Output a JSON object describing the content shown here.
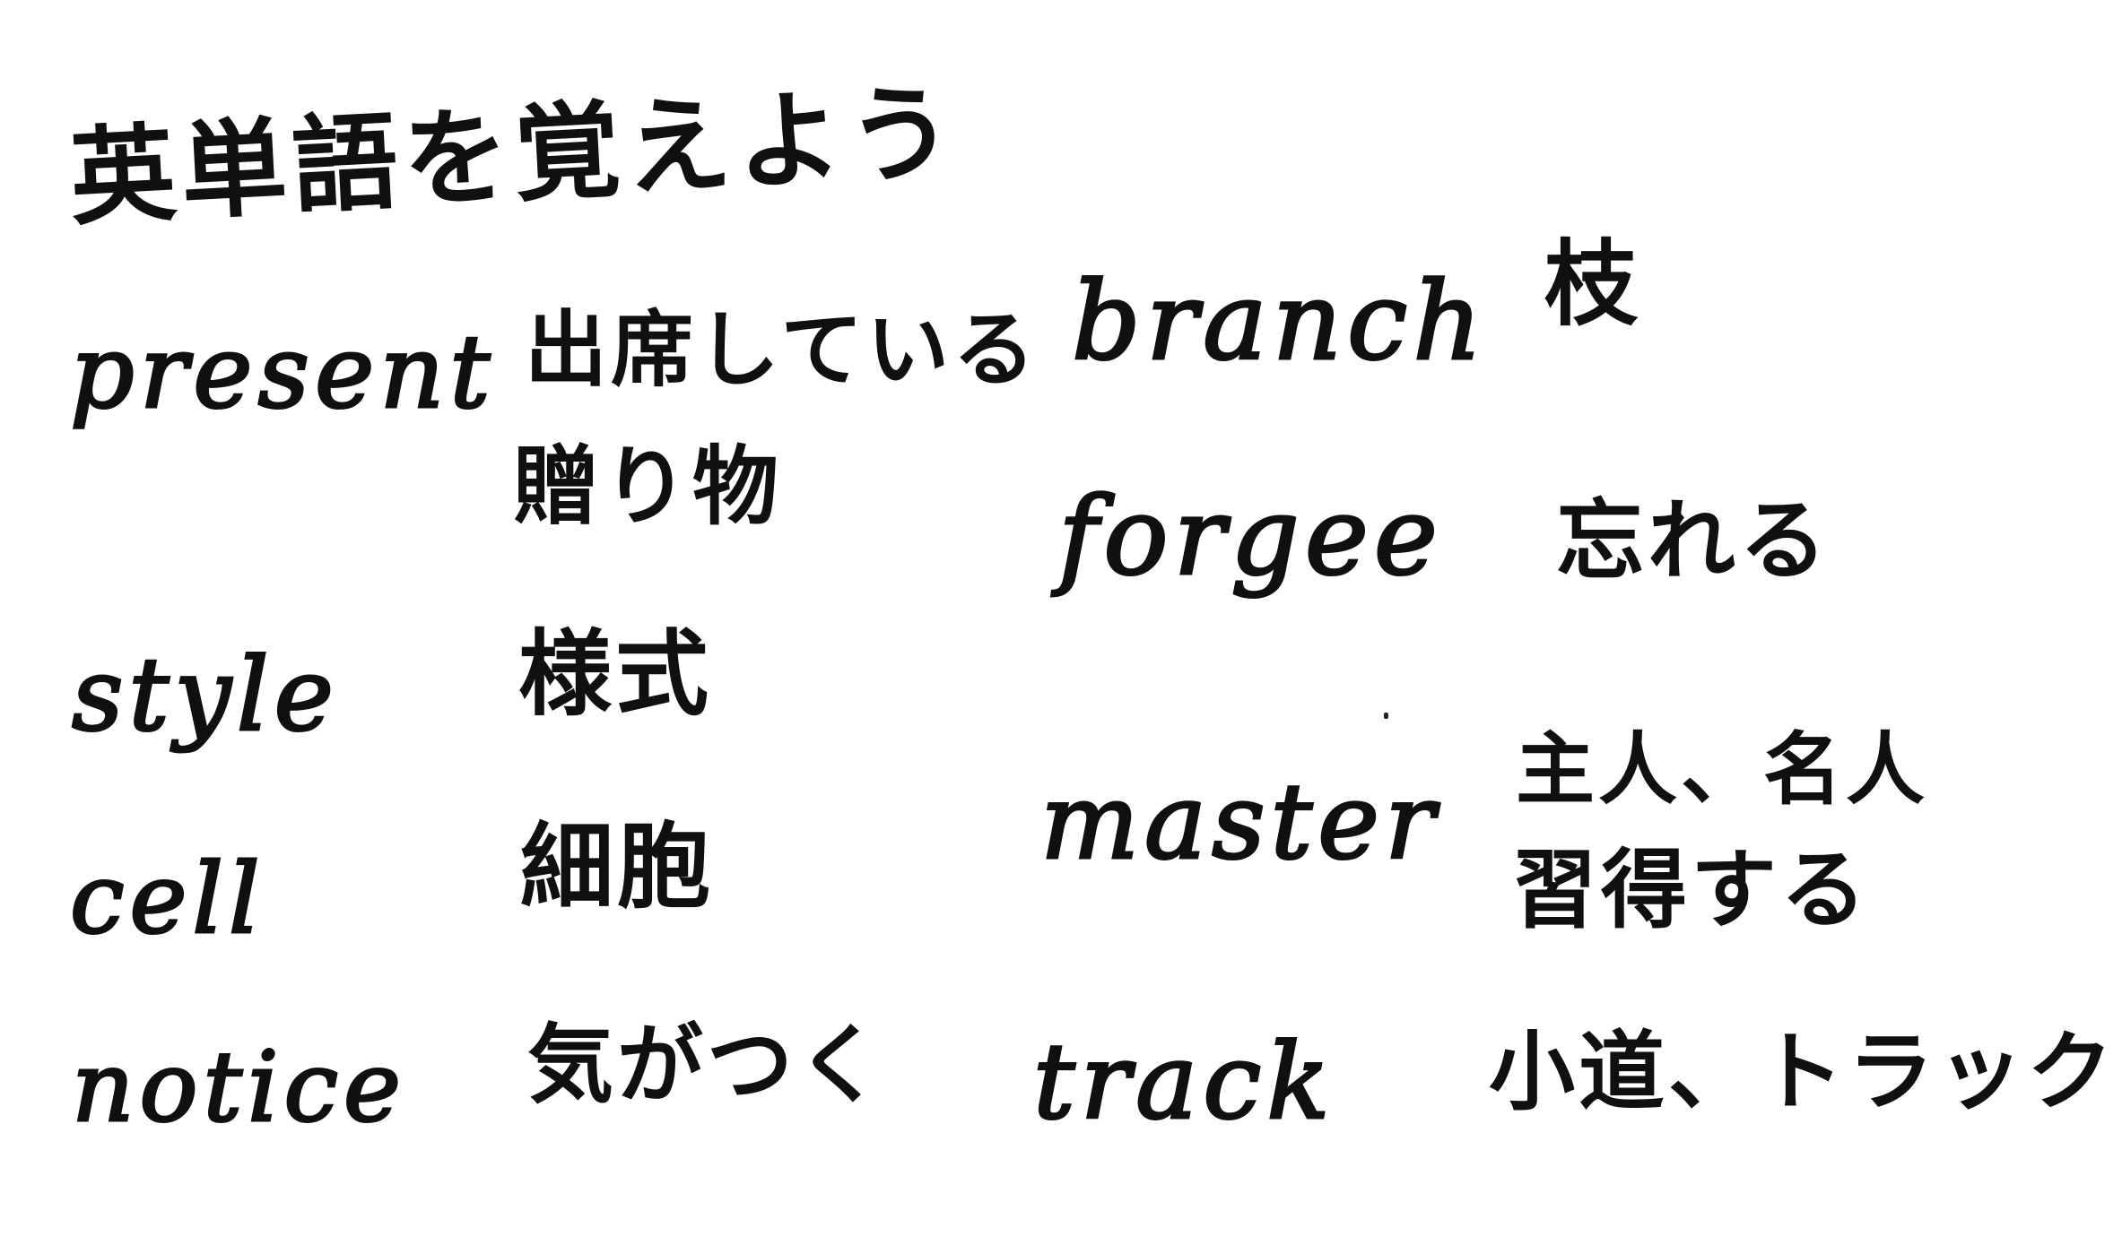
{
  "page": {
    "title": "英単語を覚えよう",
    "background": "#ffffff",
    "ink_color": "#101010"
  },
  "vocabulary": {
    "left_column": [
      {
        "english": "present",
        "japanese": [
          "出席している",
          "贈り物"
        ]
      },
      {
        "english": "style",
        "japanese": [
          "様式"
        ]
      },
      {
        "english": "cell",
        "japanese": [
          "細胞"
        ]
      },
      {
        "english": "notice",
        "japanese": [
          "気がつく"
        ]
      }
    ],
    "right_column": [
      {
        "english": "branch",
        "japanese": [
          "枝"
        ]
      },
      {
        "english": "forgee",
        "japanese": [
          "忘れる"
        ]
      },
      {
        "english": "master",
        "japanese": [
          "主人、名人",
          "習得する"
        ]
      },
      {
        "english": "track",
        "japanese": [
          "小道、トラック"
        ]
      }
    ]
  }
}
